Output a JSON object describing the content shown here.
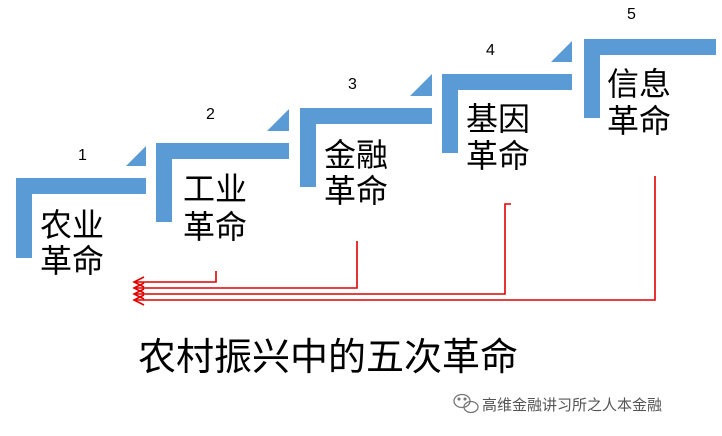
{
  "colors": {
    "step_fill": "#5b9bd5",
    "arrow": "#e00000",
    "text": "#000000"
  },
  "steps": [
    {
      "number": "1",
      "line1": "农业",
      "line2": "革命"
    },
    {
      "number": "2",
      "line1": "工业",
      "line2": "革命"
    },
    {
      "number": "3",
      "line1": "金融",
      "line2": "革命"
    },
    {
      "number": "4",
      "line1": "基因",
      "line2": "革命"
    },
    {
      "number": "5",
      "line1": "信息",
      "line2": "革命"
    }
  ],
  "title": "农村振兴中的五次革命",
  "watermark": {
    "icon": "wechat-icon",
    "text": "高维金融讲习所之人本金融"
  }
}
